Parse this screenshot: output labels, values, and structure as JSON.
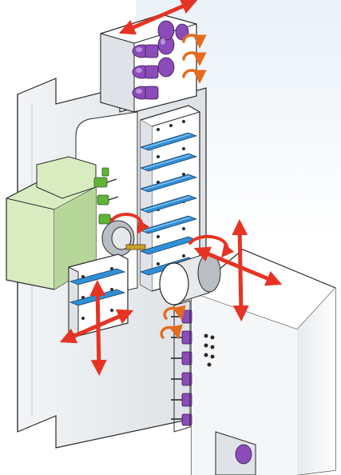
{
  "colors": {
    "background": "#ffffff",
    "sky_tint": "#e9f1f7",
    "machine_frame": "#eef0f2",
    "machine_frame_shade": "#d6dadf",
    "outline": "#2a2a2a",
    "tool_block": "#ffffff",
    "tool_block_shade": "#dfe3e8",
    "blue_tool_bars": "#2f8fd6",
    "purple_tools": "#8b4bb8",
    "green_motor": "#d9ecc0",
    "green_motor_shade": "#b7d69a",
    "green_fittings": "#5fb43a",
    "motion_arrows": "#e63323",
    "rotation_arrows": "#e66a1e",
    "grey_spindle": "#b9bec4"
  },
  "icons": [
    "linear-motion-arrow",
    "rotation-arrow",
    "tool-holder",
    "spindle"
  ]
}
